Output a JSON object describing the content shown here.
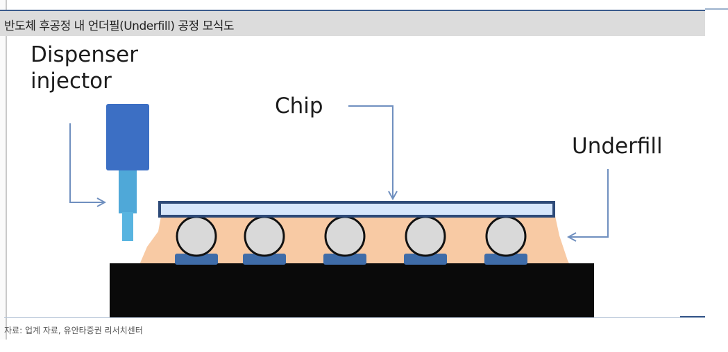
{
  "header": {
    "title": "반도체 후공정 내 언더필(Underfill) 공정 모식도"
  },
  "labels": {
    "dispenser": "Dispenser injector",
    "chip": "Chip",
    "underfill": "Underfill"
  },
  "footer": {
    "source": "자료: 업계 자료, 유안타증권 리서치센터"
  },
  "colors": {
    "arrow": "#6f8fbf",
    "injector_body": "#3c6fc4",
    "injector_nozzle": "#4fa8d8",
    "chip_fill": "#d6e6fb",
    "chip_border": "#2d4a78",
    "underfill": "#f7c49a",
    "solder_ball": "#d9d9d9",
    "pad": "#3f6ca8",
    "substrate": "#0a0a0a"
  },
  "solder_ball_count": 5
}
